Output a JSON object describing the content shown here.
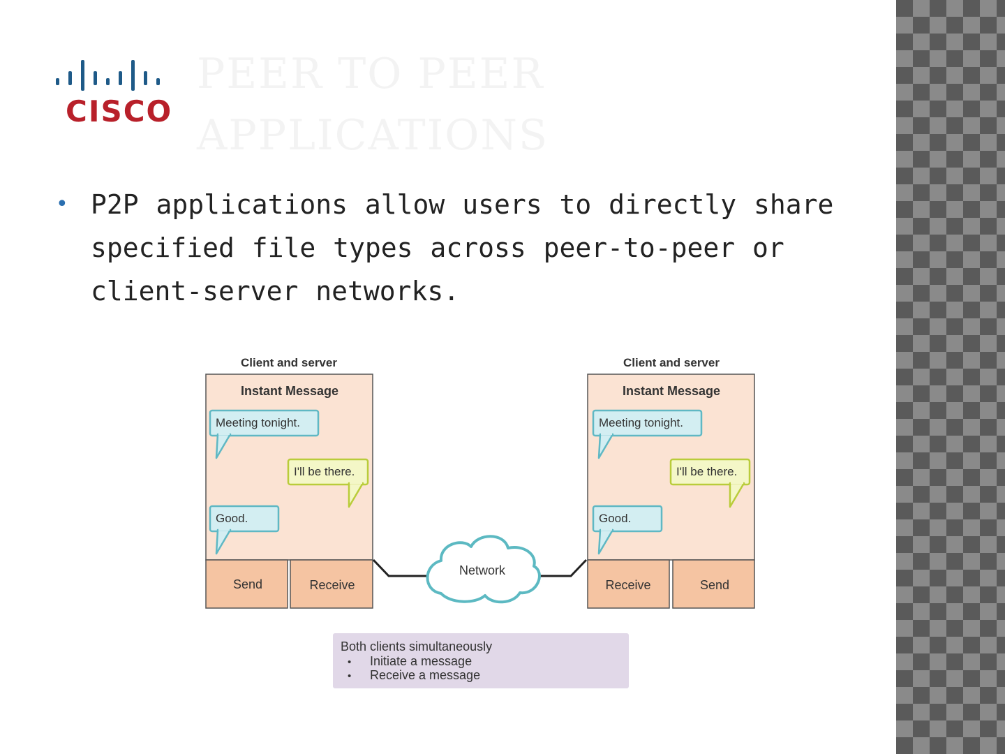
{
  "slide": {
    "title_line1": "PEER TO PEER",
    "title_line2": "APPLICATIONS",
    "bullet": "P2P applications allow users to directly share specified file types across peer-to-peer or client-server networks."
  },
  "logo": {
    "icon": "cisco-logo",
    "text": "CISCO"
  },
  "diagram": {
    "left": {
      "heading": "Client and server",
      "app_title": "Instant Message",
      "msg1": "Meeting tonight.",
      "msg2": "I'll be there.",
      "msg3": "Good.",
      "btn1": "Send",
      "btn2": "Receive"
    },
    "right": {
      "heading": "Client and server",
      "app_title": "Instant Message",
      "msg1": "Meeting tonight.",
      "msg2": "I'll be there.",
      "msg3": "Good.",
      "btn1": "Receive",
      "btn2": "Send"
    },
    "network_label": "Network",
    "note": {
      "title": "Both clients simultaneously",
      "items": [
        "Initiate a message",
        "Receive a message"
      ]
    }
  },
  "colors": {
    "panel_fill": "#fbe3d3",
    "button_fill": "#f5c4a2",
    "bubble_teal": "#d3eef2",
    "bubble_yellow": "#f4f7c7",
    "note_fill": "#e1d8e8",
    "cisco_blue": "#1e5a88",
    "cisco_red": "#b8202a"
  }
}
